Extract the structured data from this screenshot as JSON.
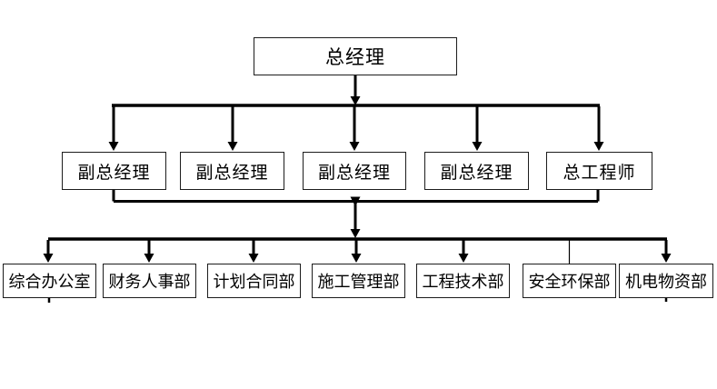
{
  "colors": {
    "background": "#ffffff",
    "line": "#000000",
    "box_border": "#1c1c1c",
    "text": "#000000"
  },
  "org_chart": {
    "type": "organization-diagram",
    "root": {
      "label": "总经理"
    },
    "level2": [
      {
        "label": "副总经理"
      },
      {
        "label": "副总经理"
      },
      {
        "label": "副总经理"
      },
      {
        "label": "副总经理"
      },
      {
        "label": "总工程师"
      }
    ],
    "level3": [
      {
        "label": "综合办公室"
      },
      {
        "label": "财务人事部"
      },
      {
        "label": "计划合同部"
      },
      {
        "label": "施工管理部"
      },
      {
        "label": "工程技术部"
      },
      {
        "label": "安全环保部"
      },
      {
        "label": "机电物资部"
      }
    ]
  }
}
